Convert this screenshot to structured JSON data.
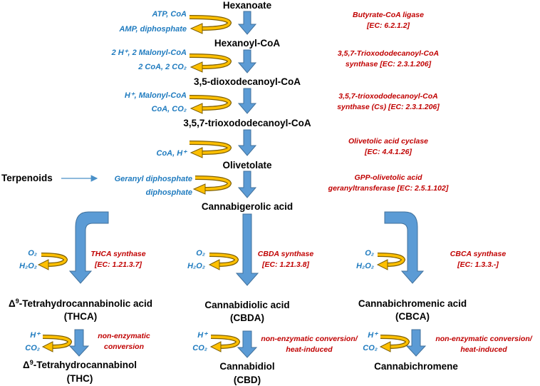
{
  "compounds": {
    "hexanoate": "Hexanoate",
    "hexanoyl_coa": "Hexanoyl-CoA",
    "dioxodecanoyl": "3,5-dioxodecanoyl-CoA",
    "trioxododecanoyl": "3,5,7-trioxododecanoyl-CoA",
    "olivetolate": "Olivetolate",
    "terpenoids": "Terpenoids",
    "cbga": "Cannabigerolic acid",
    "thca_name": "Tetrahydrocannabinolic acid",
    "thca_abbr": "(THCA)",
    "cbda_name": "Cannabidiolic acid",
    "cbda_abbr": "(CBDA)",
    "cbca_name": "Cannabichromenic acid",
    "cbca_abbr": "(CBCA)",
    "thc_name": "Tetrahydrocannabinol",
    "thc_abbr": "(THC)",
    "cbd_name": "Cannabidiol",
    "cbd_abbr": "(CBD)",
    "cbc_name": "Cannabichromene",
    "delta": "Δ",
    "nine": "9"
  },
  "cofactors": {
    "step1_in": "ATP, CoA",
    "step1_out": "AMP, diphosphate",
    "step2_in": "2 H⁺, 2 Malonyl-CoA",
    "step2_out": "2 CoA, 2 CO₂",
    "step3_in": "H⁺, Malonyl-CoA",
    "step3_out": "CoA, CO₂",
    "step4_out": "CoA, H⁺",
    "step5_in": "Geranyl diphosphate",
    "step5_out": "diphosphate",
    "o2": "O₂",
    "h2o2": "H₂O₂",
    "h_plus": "H⁺",
    "co2": "CO₂"
  },
  "enzymes": {
    "e1_l1": "Butyrate-CoA ligase",
    "e1_l2": "[EC: 6.2.1.2]",
    "e2_l1": "3,5,7-Trioxododecanoyl-CoA",
    "e2_l2": "synthase [EC: 2.3.1.206]",
    "e3_l1": "3,5,7-trioxododecanoyl-CoA",
    "e3_l2": "synthase (Cs) [EC: 2.3.1.206]",
    "e4_l1": "Olivetolic acid cyclase",
    "e4_l2": "[EC: 4.4.1.26]",
    "e5_l1": "GPP-olivetolic acid",
    "e5_l2": "geranyltransferase [EC: 2.5.1.102]",
    "thca_l1": "THCA synthase",
    "thca_l2": "[EC: 1.21.3.7]",
    "cbda_l1": "CBDA synthase",
    "cbda_l2": "[EC: 1.21.3.8]",
    "cbca_l1": "CBCA synthase",
    "cbca_l2": "[EC: 1.3.3.-]",
    "ne1_l1": "non-enzymatic",
    "ne1_l2": "conversion",
    "ne2_l1": "non-enzymatic conversion/",
    "ne2_l2": "heat-induced",
    "ne3_l1": "non-enzymatic conversion/",
    "ne3_l2": "heat-induced"
  },
  "colors": {
    "compound": "#000000",
    "cofactor": "#1f7bbf",
    "enzyme": "#c00000",
    "arrow_fill": "#5b9bd5",
    "curl_fill": "#ffc000"
  }
}
